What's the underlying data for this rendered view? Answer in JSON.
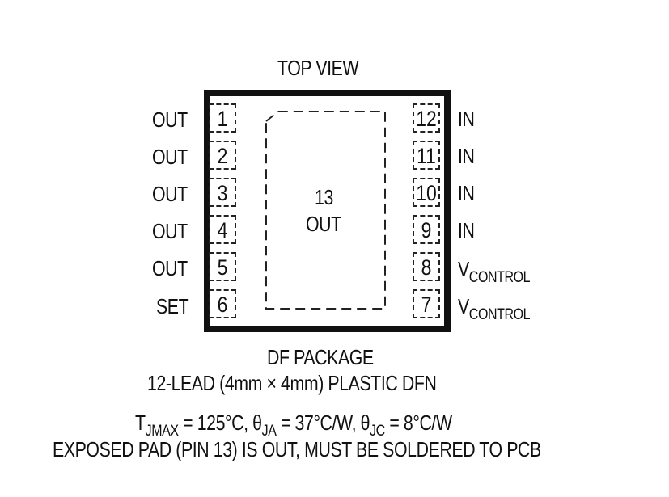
{
  "diagram": {
    "title": "TOP VIEW",
    "package_name": "DF PACKAGE",
    "package_desc": "12-LEAD (4mm × 4mm) PLASTIC DFN",
    "thermal": {
      "tjmax_label": "T",
      "tjmax_sub": "JMAX",
      "tjmax_value": " = 125°C, ",
      "theta_ja_label": "θ",
      "theta_ja_sub": "JA",
      "theta_ja_value": " = 37°C/W, ",
      "theta_jc_label": "θ",
      "theta_jc_sub": "JC",
      "theta_jc_value": " = 8°C/W"
    },
    "note": "EXPOSED PAD (PIN 13) IS OUT, MUST BE SOLDERED TO PCB",
    "exposed_pad": {
      "number": "13",
      "name": "OUT"
    },
    "left_pins": [
      {
        "number": "1",
        "name": "OUT"
      },
      {
        "number": "2",
        "name": "OUT"
      },
      {
        "number": "3",
        "name": "OUT"
      },
      {
        "number": "4",
        "name": "OUT"
      },
      {
        "number": "5",
        "name": "OUT"
      },
      {
        "number": "6",
        "name": "SET"
      }
    ],
    "right_pins": [
      {
        "number": "12",
        "name": "IN",
        "sub": ""
      },
      {
        "number": "11",
        "name": "IN",
        "sub": ""
      },
      {
        "number": "10",
        "name": "IN",
        "sub": ""
      },
      {
        "number": "9",
        "name": "IN",
        "sub": ""
      },
      {
        "number": "8",
        "name": "V",
        "sub": "CONTROL"
      },
      {
        "number": "7",
        "name": "V",
        "sub": "CONTROL"
      }
    ]
  }
}
